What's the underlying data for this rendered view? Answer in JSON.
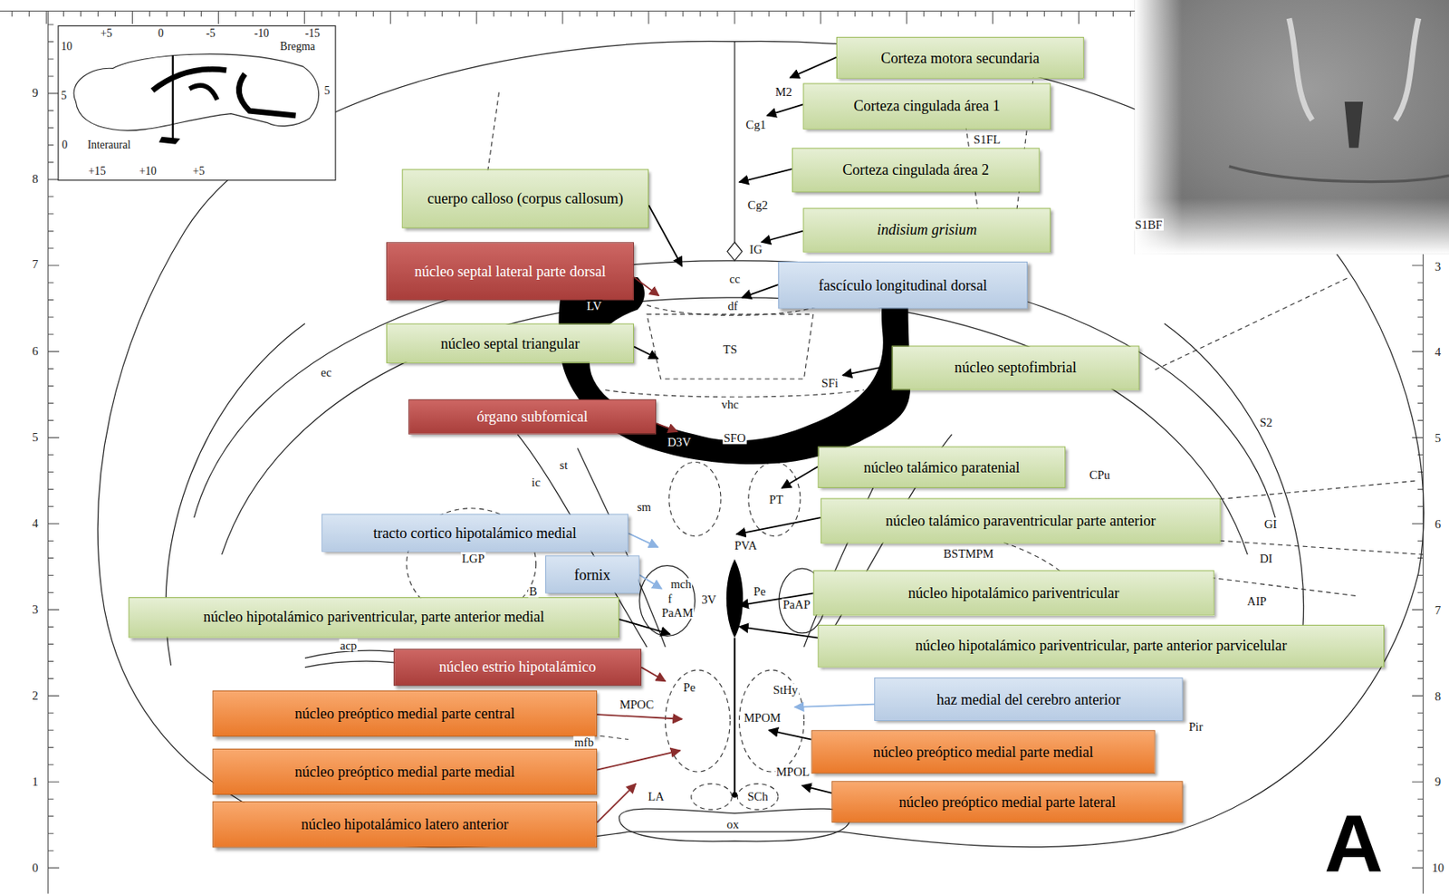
{
  "diagram": {
    "nodes": [
      {
        "text": [
          "Corteza motora secundaria"
        ]
      },
      {
        "text": [
          "Corteza cingulada área 1"
        ]
      },
      {
        "text": [
          "Corteza cingulada área 2"
        ]
      },
      {
        "text": [
          "cuerpo calloso (corpus callosum)"
        ]
      },
      {
        "text": [
          "indisium grisium"
        ]
      },
      {
        "text": [
          "núcleo septal lateral parte dorsal"
        ]
      },
      {
        "text": [
          "fascículo longitudinal dorsal"
        ]
      },
      {
        "text": [
          "núcleo septal triangular"
        ]
      },
      {
        "text": [
          "núcleo septofimbrial"
        ]
      },
      {
        "text": [
          "órgano subfornical"
        ]
      },
      {
        "text": [
          "núcleo talámico paratenial"
        ]
      },
      {
        "text": [
          "núcleo talámico paraventricular parte anterior"
        ]
      },
      {
        "text": [
          "tracto cortico hipotalámico medial"
        ]
      },
      {
        "text": [
          "fornix"
        ]
      },
      {
        "text": [
          "núcleo hipotalámico pariventricular"
        ]
      },
      {
        "text": [
          "núcleo hipotalámico pariventricular, parte anterior medial"
        ]
      },
      {
        "text": [
          "núcleo hipotalámico pariventricular, parte anterior parvicelular"
        ]
      },
      {
        "text": [
          "núcleo estrio hipotalámico"
        ]
      },
      {
        "text": [
          "haz medial del cerebro anterior"
        ]
      },
      {
        "text": [
          "núcleo preóptico medial parte central"
        ]
      },
      {
        "text": [
          "núcleo preóptico medial parte medial"
        ]
      },
      {
        "text": [
          "núcleo preóptico medial parte medial"
        ]
      },
      {
        "text": [
          "núcleo preóptico medial parte lateral"
        ]
      },
      {
        "text": [
          "núcleo hipotalámico latero anterior"
        ]
      }
    ],
    "labels": [
      "10",
      "+5",
      "0",
      "-5",
      "-10",
      "-15",
      "Bregma",
      "5",
      "5",
      "0",
      "Interaural",
      "+15",
      "+10",
      "+5",
      "9",
      "8",
      "7",
      "6",
      "5",
      "4",
      "3",
      "2",
      "1",
      "0",
      "3",
      "4",
      "5",
      "6",
      "7",
      "8",
      "9",
      "10",
      "M2",
      "Cg1",
      "S1FL",
      "Cg2",
      "IG",
      "S1BF",
      "cc",
      "LV",
      "df",
      "TS",
      "ec",
      "SFi",
      "vhc",
      "SFO",
      "D3V",
      "S2",
      "st",
      "CPu",
      "ic",
      "PT",
      "sm",
      "GI",
      "PVA",
      "BSTMPM",
      "LGP",
      "DI",
      "B",
      "mch",
      "f",
      "3V",
      "Pe",
      "PaAP",
      "AIP",
      "PaAM",
      "acp",
      "Pe",
      "StHy",
      "MPOC",
      "MPOM",
      "Pir",
      "mfb",
      "LA",
      "SCh",
      "MPOL",
      "ox",
      "A"
    ]
  }
}
